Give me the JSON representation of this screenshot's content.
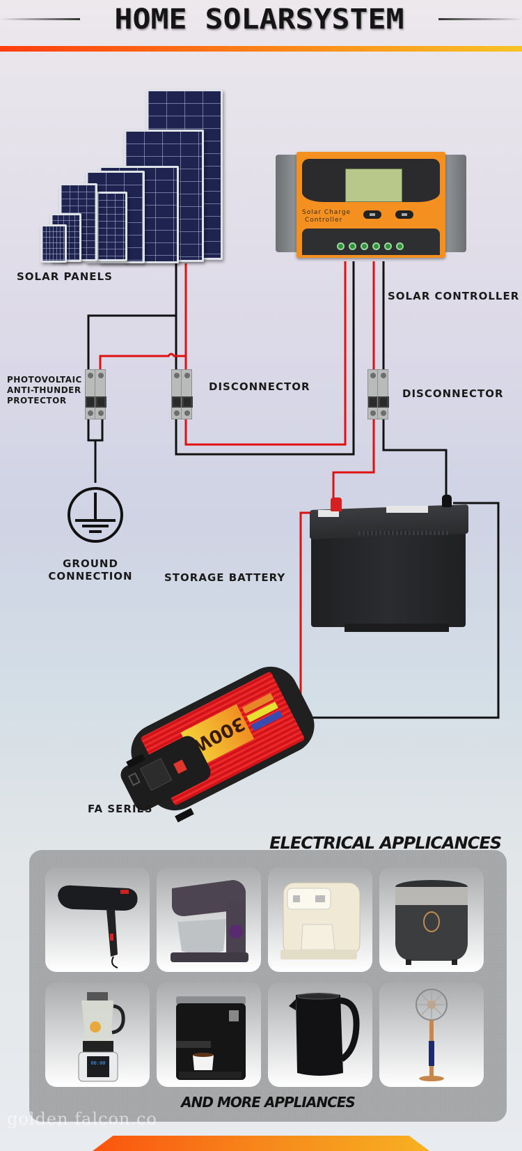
{
  "header": {
    "title": "HOME SOLARSYSTEM"
  },
  "diagram": {
    "components": {
      "solar_panels": {
        "label": "SOLAR PANELS"
      },
      "solar_controller": {
        "label": "SOLAR CONTROLLER",
        "device_text_line1": "Solar Charge",
        "device_text_line2": "Controller"
      },
      "anti_thunder_protector": {
        "label_line1": "PHOTOVOLTAIC",
        "label_line2": "ANTI-THUNDER",
        "label_line3": "PROTECTOR"
      },
      "disconnector_left": {
        "label": "DISCONNECTOR"
      },
      "disconnector_right": {
        "label": "DISCONNECTOR"
      },
      "ground": {
        "label_line1": "GROUND",
        "label_line2": "CONNECTION"
      },
      "battery": {
        "label": "STORAGE BATTERY"
      },
      "inverter": {
        "label": "FA SERIES",
        "wattage": "300W"
      }
    },
    "colors": {
      "positive_wire": "#e01010",
      "negative_wire": "#111111",
      "accent_gradient_start": "#ff3d0f",
      "accent_gradient_end": "#f9c325"
    }
  },
  "appliances": {
    "title": "ELECTRICAL APPLICANCES",
    "items": [
      {
        "name": "Hair dryer",
        "icon": "hair-dryer-icon"
      },
      {
        "name": "Stand mixer",
        "icon": "stand-mixer-icon"
      },
      {
        "name": "Water dispenser",
        "icon": "water-dispenser-icon"
      },
      {
        "name": "Rice cooker",
        "icon": "rice-cooker-icon"
      },
      {
        "name": "Blender",
        "icon": "blender-icon"
      },
      {
        "name": "Espresso machine",
        "icon": "espresso-machine-icon"
      },
      {
        "name": "Electric kettle",
        "icon": "kettle-icon"
      },
      {
        "name": "Standing fan",
        "icon": "standing-fan-icon"
      }
    ],
    "footer": "AND MORE APPLIANCES"
  },
  "watermark": "golden falcon.co"
}
